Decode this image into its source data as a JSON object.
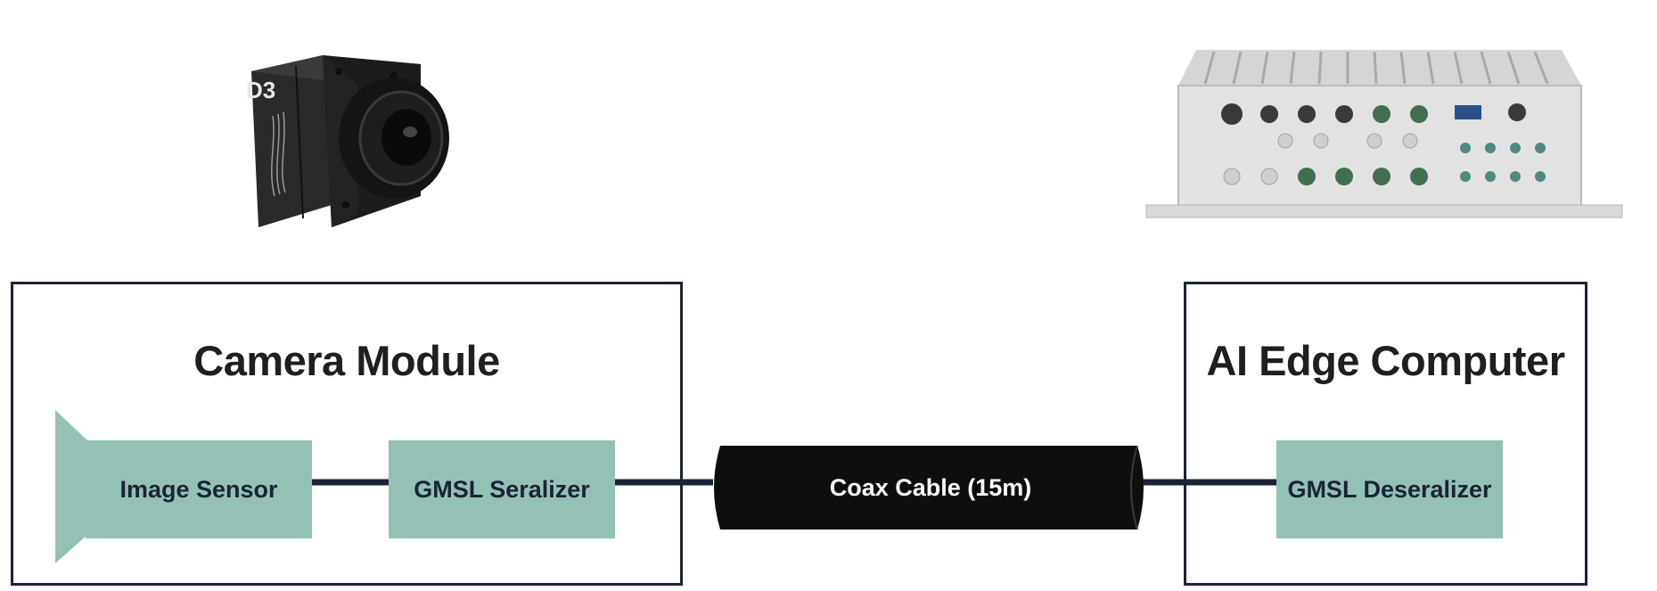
{
  "colors": {
    "border": "#1b2335",
    "block_fill": "#94c1b6",
    "line": "#1b2335",
    "cable": "#0e0e0e",
    "title_text": "#1f1f1f"
  },
  "camera_module": {
    "title": "Camera Module",
    "blocks": {
      "image_sensor": "Image Sensor",
      "serializer": "GMSL Seralizer"
    }
  },
  "cable": {
    "label": "Coax Cable (15m)"
  },
  "edge_computer": {
    "title": "AI Edge Computer",
    "blocks": {
      "deserializer": "GMSL Deseralizer"
    }
  },
  "images": {
    "camera_logo": "D3",
    "camera_icon": "camera-module-photo",
    "computer_icon": "edge-computer-photo"
  }
}
